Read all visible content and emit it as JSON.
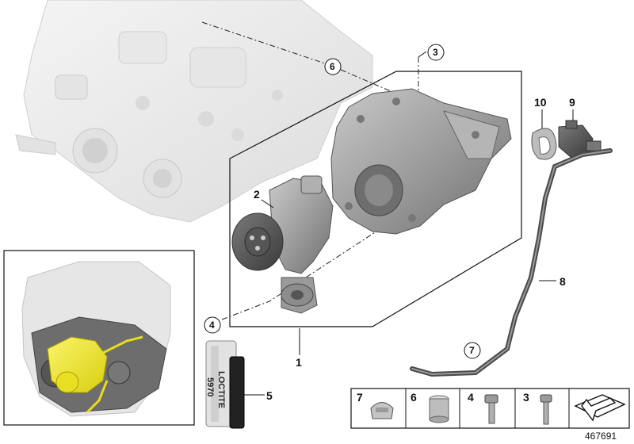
{
  "callouts": {
    "c1": "1",
    "c2": "2",
    "c3": "3",
    "c4": "4",
    "c5": "5",
    "c6": "6",
    "c7": "7",
    "c8": "8",
    "c9": "9",
    "c10": "10"
  },
  "legend": {
    "item_7": "7",
    "item_6": "6",
    "item_4": "4",
    "item_3": "3"
  },
  "sealant_label": {
    "brand": "LOCTITE",
    "number": "5970"
  },
  "diagram_number": "467691",
  "colors": {
    "highlight": "#f2ea2e",
    "engine_ghost": "#e6e6e6",
    "part_gray": "#9a9a9a",
    "line": "#111111"
  }
}
